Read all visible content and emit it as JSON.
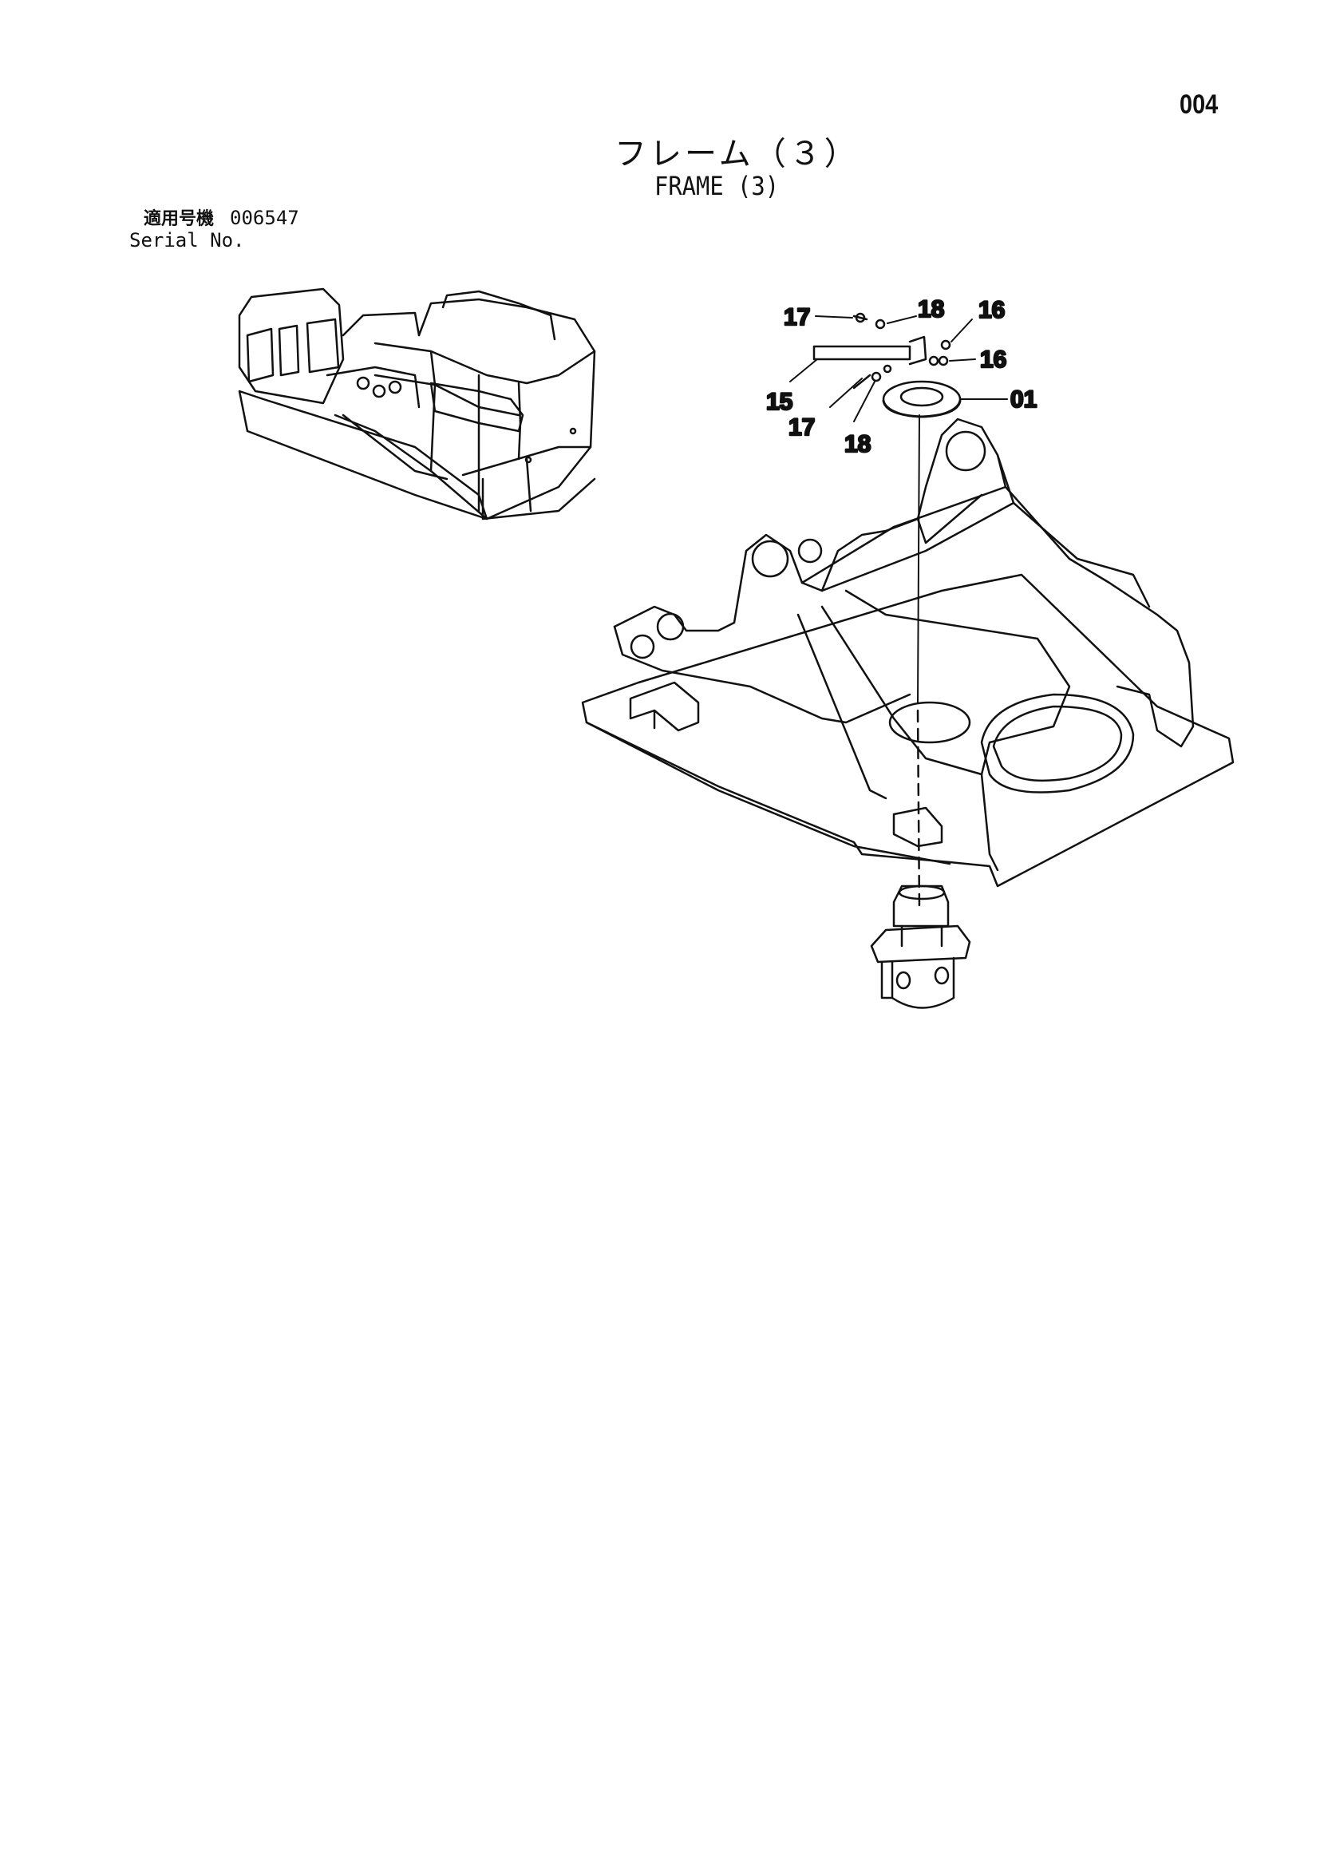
{
  "page_number": "004",
  "title_jp": "フレーム（３）",
  "title_en": "FRAME (3)",
  "serial": {
    "label_jp": "適用号機",
    "label_en": "Serial No.",
    "value": "006547"
  },
  "callouts": [
    {
      "id": "c17a",
      "text": "17"
    },
    {
      "id": "c18a",
      "text": "18"
    },
    {
      "id": "c16a",
      "text": "16"
    },
    {
      "id": "c16b",
      "text": "16"
    },
    {
      "id": "c15",
      "text": "15"
    },
    {
      "id": "c01",
      "text": "01"
    },
    {
      "id": "c17b",
      "text": "17"
    },
    {
      "id": "c18b",
      "text": "18"
    }
  ]
}
